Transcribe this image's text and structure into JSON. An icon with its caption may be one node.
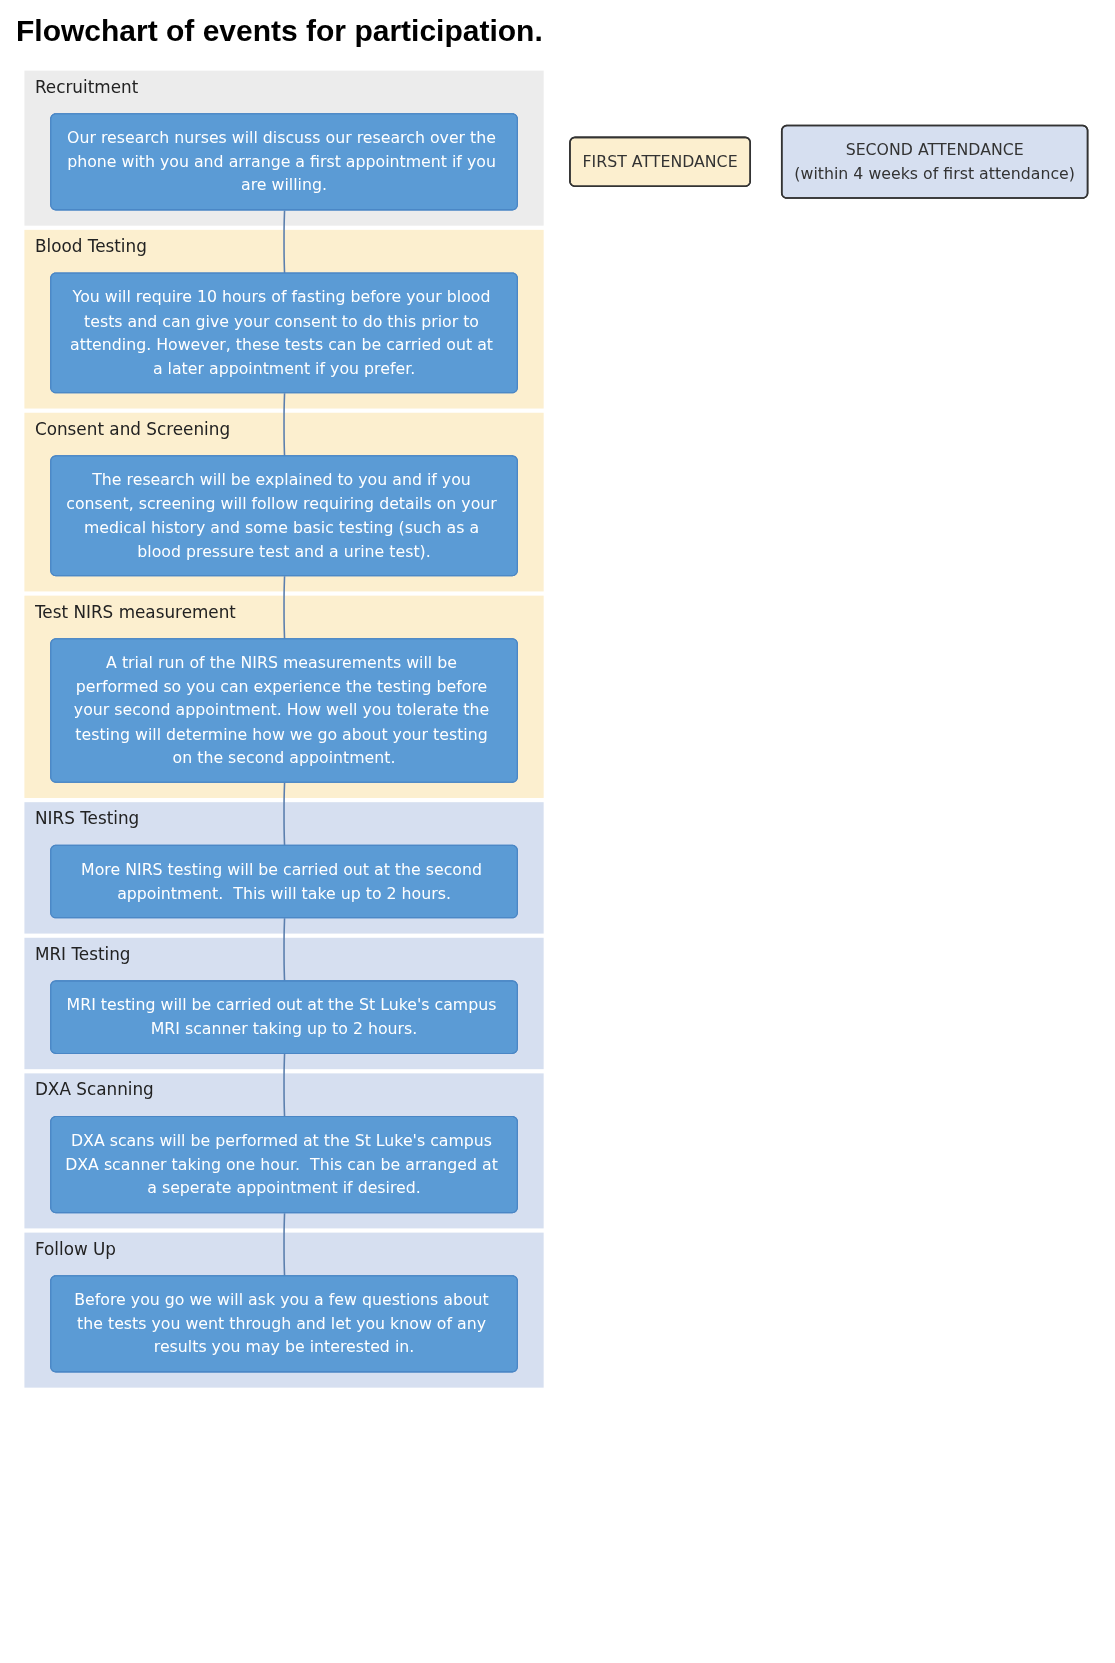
{
  "diagram": {
    "title": "Flowchart of events for participation.",
    "nodes": [
      {
        "text": [
          "Recruitment"
        ]
      },
      {
        "text": [
          "Our research nurses will discuss our research over the phone with you and arrange a first appointment if you are willing."
        ],
        "in": 0
      },
      {
        "text": [
          "Blood Testing"
        ]
      },
      {
        "text": [
          "You will require 10 hours of fasting before your blood tests and can give your consent to do this prior to attending. However, these tests can be carried out at a later appointment if you prefer."
        ],
        "in": 2
      },
      {
        "text": [
          "Consent and Screening"
        ]
      },
      {
        "text": [
          "The research will be explained to you and if you consent, screening will follow requiring details on your medical history and some basic testing (such as a blood pressure test and a urine test)."
        ],
        "in": 4
      },
      {
        "text": [
          "Test NIRS measurement"
        ]
      },
      {
        "text": [
          "A trial run of the NIRS measurements will be performed so you can experience the testing before your second appointment. How well you tolerate the testing will determine how we go about your testing on the second appointment."
        ],
        "in": 6
      },
      {
        "text": [
          "NIRS Testing"
        ]
      },
      {
        "text": [
          "More NIRS testing will be carried out at the second appointment.  This will take up to 2 hours."
        ],
        "in": 8
      },
      {
        "text": [
          "MRI Testing"
        ]
      },
      {
        "text": [
          "MRI testing will be carried out at the St Luke's campus MRI scanner taking up to 2 hours."
        ],
        "in": 10
      },
      {
        "text": [
          "DXA Scanning"
        ]
      },
      {
        "text": [
          "DXA scans will be performed at the St Luke's campus DXA scanner taking one hour.  This can be arranged at a seperate appointment if desired."
        ],
        "in": 12
      },
      {
        "text": [
          "Follow Up"
        ]
      },
      {
        "text": [
          "Before you go we will ask you a few questions about the tests you went through and let you know of any results you may be interested in."
        ],
        "in": 14
      },
      {
        "text": [
          "FIRST ATTENDANCE"
        ]
      },
      {
        "text": [
          "SECOND ATTENDANCE",
          "(within 4 weeks of first attendance)"
        ]
      }
    ],
    "edges": [
      {
        "from": 1,
        "to": 3,
        "arrow": "none"
      },
      {
        "from": 3,
        "to": 5,
        "arrow": "none"
      },
      {
        "from": 5,
        "to": 7,
        "arrow": "none"
      },
      {
        "from": 7,
        "to": 9,
        "arrow": "none"
      },
      {
        "from": 9,
        "to": 11,
        "arrow": "none"
      },
      {
        "from": 11,
        "to": 13,
        "arrow": "none"
      },
      {
        "from": 13,
        "to": 15,
        "arrow": "none"
      }
    ]
  }
}
